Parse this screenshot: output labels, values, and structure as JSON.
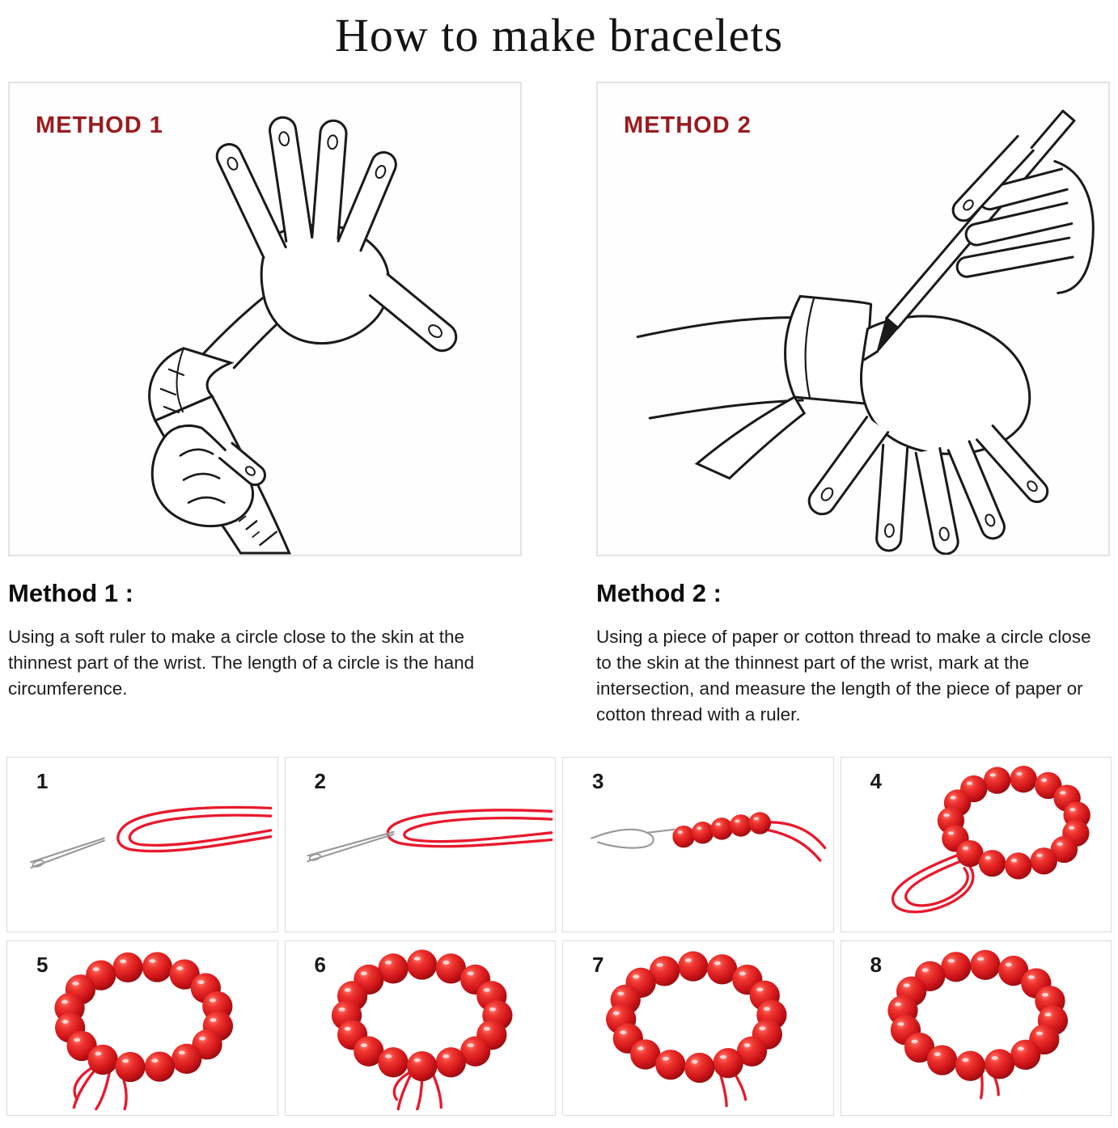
{
  "title": "How to make bracelets",
  "methods": [
    {
      "badge": "METHOD 1",
      "heading": "Method 1 :",
      "description": "Using a soft ruler to make a circle close to the skin at the thinnest part of the wrist. The length of a circle is the hand circumference.",
      "illustration": "measure-wrist-with-soft-ruler"
    },
    {
      "badge": "METHOD 2",
      "heading": "Method 2 :",
      "description": "Using a piece of paper or cotton thread to make a circle close to the skin at the thinnest part of the wrist, mark at the intersection, and measure the length of the piece of paper or cotton thread with a ruler.",
      "illustration": "mark-paper-strip-with-pen"
    }
  ],
  "steps": [
    {
      "number": "1",
      "illustration": "needle-and-folded-cord"
    },
    {
      "number": "2",
      "illustration": "thread-needle-through-cord"
    },
    {
      "number": "3",
      "illustration": "string-first-beads"
    },
    {
      "number": "4",
      "illustration": "bead-ring-with-cord-loop"
    },
    {
      "number": "5",
      "illustration": "bracelet-loose-cords"
    },
    {
      "number": "6",
      "illustration": "bracelet-tighten-cords"
    },
    {
      "number": "7",
      "illustration": "bracelet-knotting"
    },
    {
      "number": "8",
      "illustration": "finished-bracelet"
    }
  ],
  "colors": {
    "method_badge": "#9a1b1e",
    "heading_text": "#0d0d0d",
    "body_text": "#1c1c1c",
    "panel_border": "#e3e3e3",
    "step_border": "#dcdcdc",
    "line_art": "#1a1a1a",
    "needle_gray": "#999999",
    "cord_red": "#e8192c",
    "bead_red": "#d31a1f"
  }
}
